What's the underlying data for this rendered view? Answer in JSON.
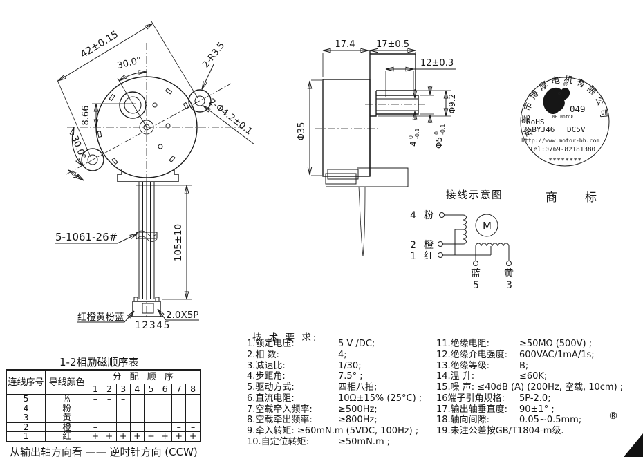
{
  "front_view": {
    "dims": {
      "mount_distance": "42±0.15",
      "angle_top": "30.0°",
      "ear_radius": "2-R3.5",
      "mount_holes": "2-Φ4.2±0.1",
      "shaft_offset": "8.66",
      "angle_left": "30.0°",
      "gap": "7"
    },
    "harness": {
      "wire_spec": "5-1061-26#",
      "length": "105±10",
      "wire_colors": "红橙黄粉蓝",
      "pin_numbers": "12345",
      "connector": "2.0X5P"
    }
  },
  "side_view": {
    "dims": {
      "body_depth": "17.4",
      "gear_depth": "17±0.5",
      "shaft_length": "12±0.3",
      "body_dia": "Φ35",
      "boss_dia": "Φ9.2",
      "flat": "4",
      "flat_tol_top": "0",
      "flat_tol_bot": "-0.1",
      "shaft_dia": "Φ5",
      "shaft_tol_top": "0",
      "shaft_tol_bot": "-0.1"
    }
  },
  "stamp": {
    "company": "东莞市博厚电机有限公司",
    "reg_mark": "®",
    "code": "049",
    "brand": "BH MOTOR",
    "rohs": "RoHS",
    "model": "35BYJ46",
    "voltage": "DC5V",
    "url": "http://www.motor-bh.com",
    "tel": "Tel:0769-82181380",
    "stars": "********"
  },
  "wiring": {
    "title": "接线示意图",
    "trademark_label": "商标",
    "motor_symbol": "M",
    "terminals": [
      {
        "num": "4",
        "color": "粉"
      },
      {
        "num": "2",
        "color": "橙"
      },
      {
        "num": "1",
        "color": "红"
      }
    ],
    "bottom_terminals": [
      {
        "color": "蓝",
        "num": "5"
      },
      {
        "color": "黄",
        "num": "3"
      }
    ]
  },
  "tech": {
    "title": "技 术 要 求:",
    "left": [
      {
        "l": "1.额定电压:",
        "v": "5 V /DC;"
      },
      {
        "l": "2.相  数:",
        "v": "4;"
      },
      {
        "l": "3.减速比:",
        "v": "1/30;"
      },
      {
        "l": "4.步距角:",
        "v": "7.5° ;"
      },
      {
        "l": "5.驱动方式:",
        "v": "四相八拍;"
      },
      {
        "l": "6.直流电阻:",
        "v": "10Ω±15% (25°C) ;"
      },
      {
        "l": "7.空载牵入频率:",
        "v": "≥500Hz;"
      },
      {
        "l": "8.空载牵出频率:",
        "v": "≥800Hz;"
      },
      {
        "l": "9.牵入转矩: ≥60mN.m (5VDC, 100Hz) ;",
        "v": ""
      },
      {
        "l": "10.自定位转矩:",
        "v": "≥50mN.m  ;"
      }
    ],
    "right": [
      {
        "l": "11.绝缘电阻:",
        "v": "≥50MΩ (500V) ;"
      },
      {
        "l": "12.绝缘介电强度:",
        "v": "600VAC/1mA/1s;"
      },
      {
        "l": "13.绝缘等级:",
        "v": "B;"
      },
      {
        "l": "14.温  升:",
        "v": "≤60K;"
      },
      {
        "l": "15.噪  声: ≤40dB (A) (200Hz, 空载, 10cm) ;",
        "v": ""
      },
      {
        "l": "16端子引角规格:",
        "v": "5P-2.0;"
      },
      {
        "l": "17.输出轴垂直度:",
        "v": "90±1° ;"
      },
      {
        "l": "18.轴向间隙:",
        "v": "0.05~0.5mm;"
      },
      {
        "l": "19.未注公差按GB/T1804-m级.",
        "v": ""
      }
    ]
  },
  "table": {
    "title": "1-2相励磁顺序表",
    "col_wire": "连线序号",
    "col_color": "导线颜色",
    "col_seq": "分 配 顺 序",
    "steps": [
      "1",
      "2",
      "3",
      "4",
      "5",
      "6",
      "7",
      "8"
    ],
    "rows": [
      {
        "no": "5",
        "color": "蓝",
        "cells": [
          "–",
          "–",
          "–",
          "",
          "",
          "",
          "",
          ""
        ]
      },
      {
        "no": "4",
        "color": "粉",
        "cells": [
          "",
          "",
          "–",
          "–",
          "–",
          "",
          "",
          ""
        ]
      },
      {
        "no": "3",
        "color": "黄",
        "cells": [
          "",
          "",
          "",
          "",
          "–",
          "–",
          "–",
          ""
        ]
      },
      {
        "no": "2",
        "color": "橙",
        "cells": [
          "–",
          "",
          "",
          "",
          "",
          "",
          "–",
          "–"
        ]
      },
      {
        "no": "1",
        "color": "红",
        "cells": [
          "+",
          "+",
          "+",
          "+",
          "+",
          "+",
          "+",
          "+"
        ]
      }
    ]
  },
  "footer": "从输出轴方向看 —— 逆时针方向 (CCW)",
  "misc": {
    "registered": "®"
  }
}
